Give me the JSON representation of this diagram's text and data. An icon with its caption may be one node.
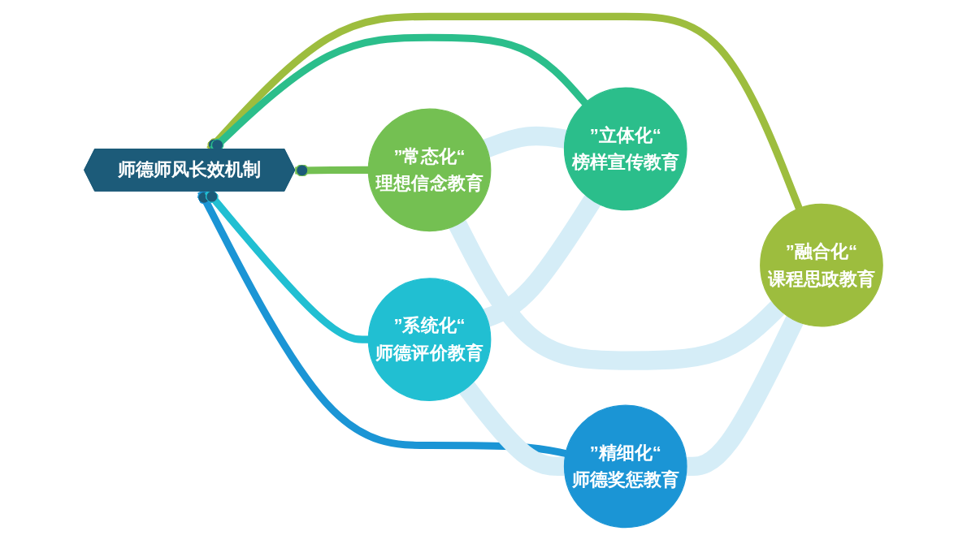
{
  "diagram": {
    "nodes": [
      {
        "text": [
          "”融合化“",
          "课程思政教育"
        ]
      },
      {
        "text": [
          "”精细化“",
          "师德奖惩教育"
        ]
      },
      {
        "text": [
          "”常态化“",
          "理想信念教育"
        ]
      },
      {
        "text": [
          "师德师风长效机制"
        ]
      },
      {
        "text": [
          "”系统化“",
          "师德评价教育"
        ]
      },
      {
        "text": [
          "”立体化“",
          "榜样宣传教育"
        ]
      }
    ],
    "edges": [
      {
        "from": 0,
        "to": 3,
        "arrow": "other",
        "color": "#9dbd3e"
      },
      {
        "from": 1,
        "to": 3,
        "arrow": "other",
        "color": "#1b95d5"
      },
      {
        "from": 2,
        "to": 3,
        "arrow": "other",
        "color": "#74c052"
      },
      {
        "from": 4,
        "to": 3,
        "arrow": "other",
        "color": "#21bfd2"
      },
      {
        "from": 5,
        "to": 3,
        "arrow": "other",
        "color": "#2bbe8b"
      },
      {
        "from": 0,
        "to": 2,
        "arrow": "none",
        "style": "thick",
        "color": "#d5edf7"
      },
      {
        "from": 5,
        "to": 2,
        "arrow": "none",
        "style": "thick",
        "color": "#d5edf7"
      },
      {
        "from": 5,
        "to": 4,
        "arrow": "none",
        "style": "thick",
        "color": "#d5edf7"
      },
      {
        "from": 1,
        "to": 4,
        "arrow": "none",
        "style": "thick",
        "color": "#d5edf7"
      },
      {
        "from": 0,
        "to": 1,
        "arrow": "none",
        "style": "thick",
        "color": "#d5edf7"
      }
    ]
  }
}
